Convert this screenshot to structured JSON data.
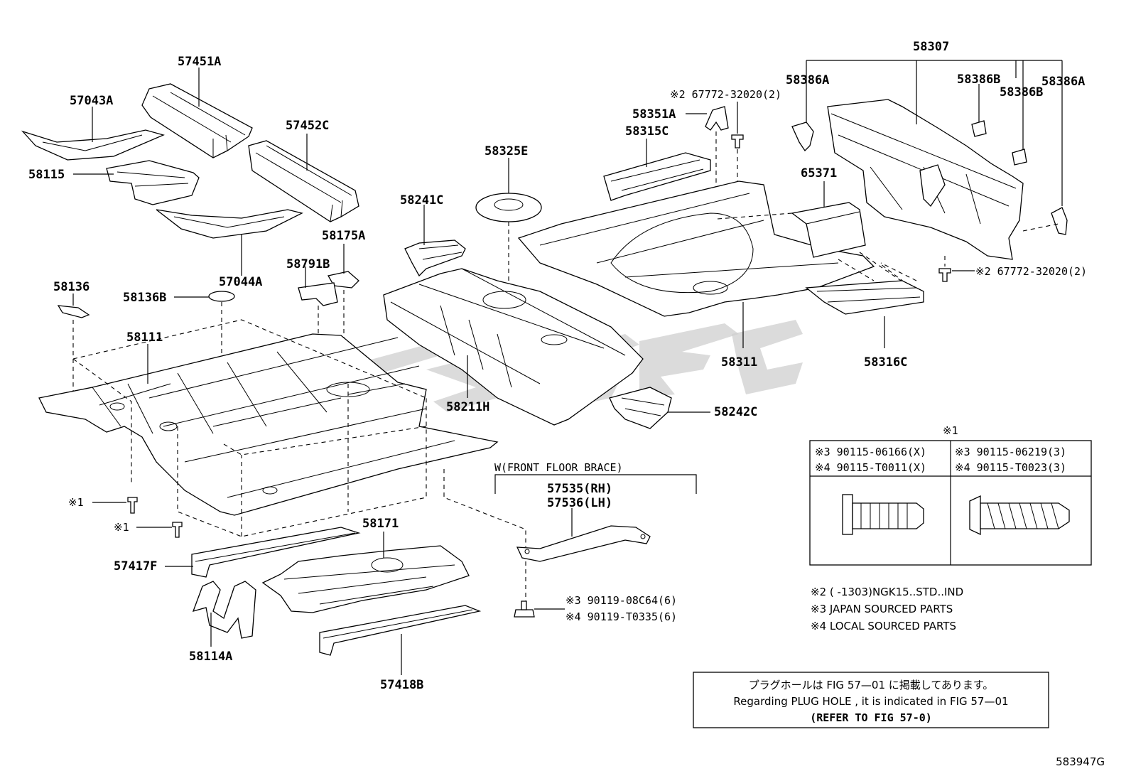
{
  "diagram_id": "583947G",
  "labels": {
    "p57451A": "57451A",
    "p57043A": "57043A",
    "p57452C": "57452C",
    "p58115": "58115",
    "p57044A": "57044A",
    "p58175A": "58175A",
    "p58791B": "58791B",
    "p58136": "58136",
    "p58136B": "58136B",
    "p58111": "58111",
    "p58241C": "58241C",
    "p58325E": "58325E",
    "p58211H": "58211H",
    "p58242C": "58242C",
    "p58351A": "58351A",
    "p58315C": "58315C",
    "p58311": "58311",
    "p65371": "65371",
    "p58307": "58307",
    "p58386A_l": "58386A",
    "p58386B_1": "58386B",
    "p58386B_2": "58386B",
    "p58386A_r": "58386A",
    "p58316C": "58316C",
    "p57417F": "57417F",
    "p58114A": "58114A",
    "p58171": "58171",
    "p57418B": "57418B",
    "clip_top": "※2 67772-32020(2)",
    "clip_right": "※2 67772-32020(2)",
    "bolt1": "※1",
    "bolt2": "※1",
    "brace_group": "W(FRONT FLOOR BRACE)",
    "brace_rh": "57535(RH)",
    "brace_lh": "57536(LH)",
    "brace_bolt_jp": "※3 90119-08C64(6)",
    "brace_bolt_local": "※4 90119-T0335(6)"
  },
  "legend": {
    "title": "※1",
    "col1_line1": "※3 90115-06166(X)",
    "col1_line2": "※4 90115-T0011(X)",
    "col2_line1": "※3 90115-06219(3)",
    "col2_line2": "※4 90115-T0023(3)"
  },
  "notes": {
    "n2": "※2 (       -1303)NGK15..STD..IND",
    "n3": "※3 JAPAN SOURCED PARTS",
    "n4": "※4 LOCAL SOURCED PARTS"
  },
  "info_box": {
    "line1": "プラグホールは FIG 57—01 に掲載してあります。",
    "line2": "Regarding  PLUG  HOLE , it is indicated in FIG  57—01",
    "line3": "(REFER TO FIG 57-0)"
  }
}
